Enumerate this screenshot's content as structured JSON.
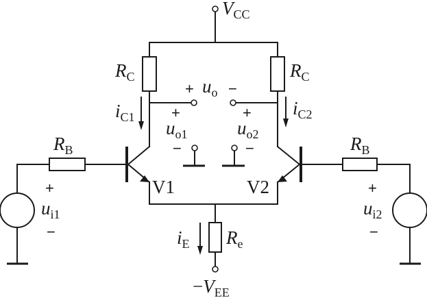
{
  "labels": {
    "vcc": {
      "main": "V",
      "sub": "CC"
    },
    "vee": {
      "neg": "−",
      "main": "V",
      "sub": "EE"
    },
    "rc_left": {
      "main": "R",
      "sub": "C"
    },
    "rc_right": {
      "main": "R",
      "sub": "C"
    },
    "rb_left": {
      "main": "R",
      "sub": "B"
    },
    "rb_right": {
      "main": "R",
      "sub": "B"
    },
    "re": {
      "main": "R",
      "sub": "e"
    },
    "ic1": {
      "main": "i",
      "sub": "C1"
    },
    "ic2": {
      "main": "i",
      "sub": "C2"
    },
    "ie": {
      "main": "i",
      "sub": "E"
    },
    "uo": {
      "plus": "+",
      "main": "u",
      "sub": "o",
      "minus": "−"
    },
    "uo1": {
      "plus": "+",
      "main": "u",
      "sub": "o1",
      "minus": "−"
    },
    "uo2": {
      "plus": "+",
      "main": "u",
      "sub": "o2",
      "minus": "−"
    },
    "ui1": {
      "plus": "+",
      "main": "u",
      "sub": "i1",
      "minus": "−"
    },
    "ui2": {
      "plus": "+",
      "main": "u",
      "sub": "i2",
      "minus": "−"
    },
    "v1": "V1",
    "v2": "V2"
  }
}
